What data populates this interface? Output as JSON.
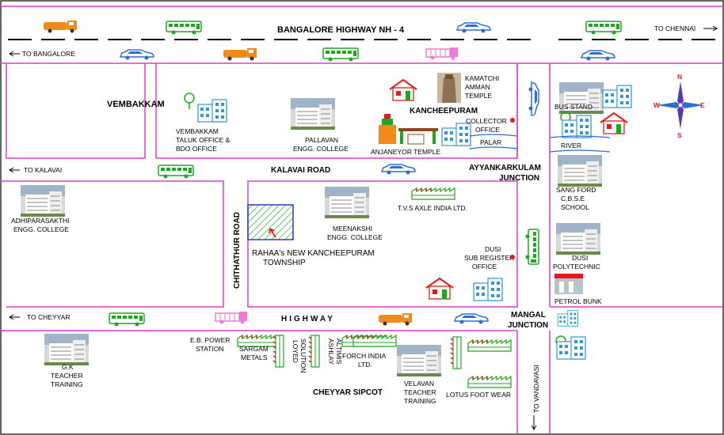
{
  "roads": {
    "highway_top": "BANGALORE HIGHWAY NH - 4",
    "to_chennai": "TO CHENNAI",
    "to_bangalore": "TO BANGALORE",
    "kalavai_road": "KALAVAI ROAD",
    "to_kalavai": "TO KALAVAI",
    "chithathur_road": "CHITHATHUR ROAD",
    "highway_mid": "HIGHWAY",
    "to_cheyyar": "TO CHEYYAR",
    "to_vandavasi": "TO VANDAVASI"
  },
  "junctions": {
    "ayyankarkulam": [
      "AYYANKARKULAM",
      "JUNCTION"
    ],
    "mangal": [
      "MANGAL",
      "JUNCTION"
    ]
  },
  "places": {
    "vembakkam": "VEMBAKKAM",
    "vembakkam_taluk": [
      "VEMBAKKAM",
      "TALUK OFFICE &",
      "BDO OFFICE"
    ],
    "pallavan": [
      "PALLAVAN",
      "ENGG. COLLEGE"
    ],
    "kamatchi": [
      "KAMATCHI",
      "AMMAN",
      "TEMPLE"
    ],
    "kancheepuram": "KANCHEEPURAM",
    "anjaneyor": "ANJANEYOR TEMPLE",
    "collector": [
      "COLLECTOR",
      "OFFICE"
    ],
    "palar": "PALAR",
    "bus_stand": "BUS STAND",
    "river": "RIVER",
    "sangford": [
      "SANG FORD",
      "C.B.S.E",
      "SCHOOL"
    ],
    "adhiparasakthi": [
      "ADHIPARASAKTHI",
      "ENGG. COLLEGE"
    ],
    "meenakshi": [
      "MEENAKSHI",
      "ENGG. COLLEGE"
    ],
    "tvs": "T.V.S AXLE INDIA LTD.",
    "township": [
      "RAHAA's NEW KANCHEEPURAM",
      "TOWNSHIP"
    ],
    "dusi_sub": [
      "DUSI",
      "SUB REGISTER",
      "OFFICE"
    ],
    "dusi_poly": [
      "DUSI",
      "POLYTECHNIC"
    ],
    "petrol": "PETROL BUNK",
    "gk": [
      "G.K",
      "TEACHER",
      "TRAINING"
    ],
    "eb": [
      "E.B. POWER",
      "STATION"
    ],
    "sargam": [
      "SARGAM",
      "METALS"
    ],
    "loyed": [
      "LOYED",
      "SOLUTION"
    ],
    "ashlay": [
      "ASHLAY",
      "ALTIMIS"
    ],
    "forch": [
      "FORCH INDIA",
      "LTD."
    ],
    "velavan": [
      "VELAVAN",
      "TEACHER",
      "TRAINING"
    ],
    "lotus": "LOTUS FOOT WEAR",
    "sipcot": "CHEYYAR SIPCOT"
  },
  "compass": {
    "n": "N",
    "s": "S",
    "e": "E",
    "w": "W"
  },
  "colors": {
    "road_border": "#e03cc8",
    "road_dash": "#000000",
    "bus_green": "#1ea81e",
    "car_blue": "#2b6fd6",
    "truck_orange": "#f08a1a",
    "truck_pink": "#f07ad6",
    "marker_red": "#e8191d",
    "township_green": "#2bb52b"
  }
}
